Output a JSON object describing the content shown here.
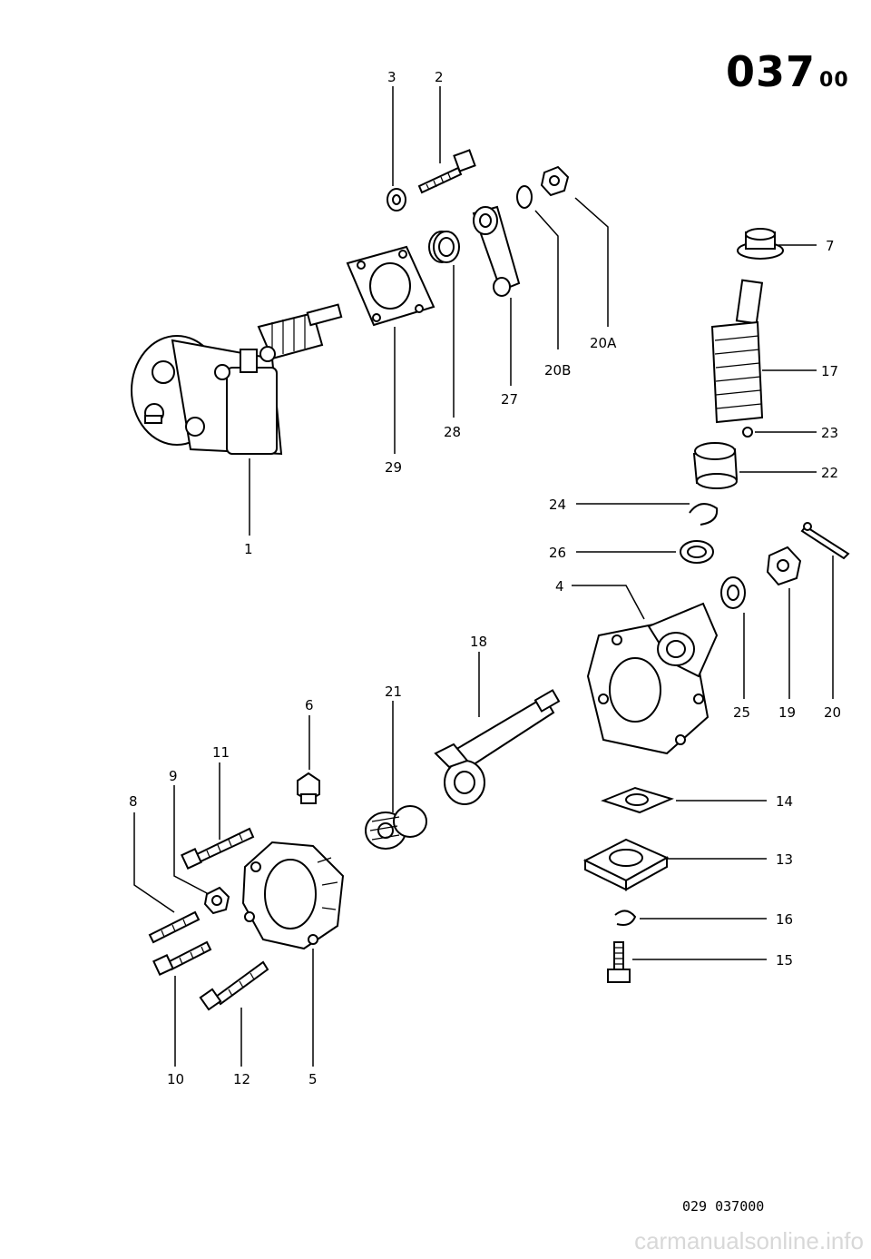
{
  "page": {
    "number": "037",
    "number_suffix": "00",
    "reference_code": "029  037000",
    "watermark": "carmanualsonline.info"
  },
  "callouts": {
    "c1": "1",
    "c2": "2",
    "c3": "3",
    "c4": "4",
    "c5": "5",
    "c6": "6",
    "c7": "7",
    "c8": "8",
    "c9": "9",
    "c10": "10",
    "c11": "11",
    "c12": "12",
    "c13": "13",
    "c14": "14",
    "c15": "15",
    "c16": "16",
    "c17": "17",
    "c18": "18",
    "c19": "19",
    "c20": "20",
    "c20A": "20A",
    "c20B": "20B",
    "c21": "21",
    "c22": "22",
    "c23": "23",
    "c24": "24",
    "c25": "25",
    "c26": "26",
    "c27": "27",
    "c28": "28",
    "c29": "29"
  }
}
